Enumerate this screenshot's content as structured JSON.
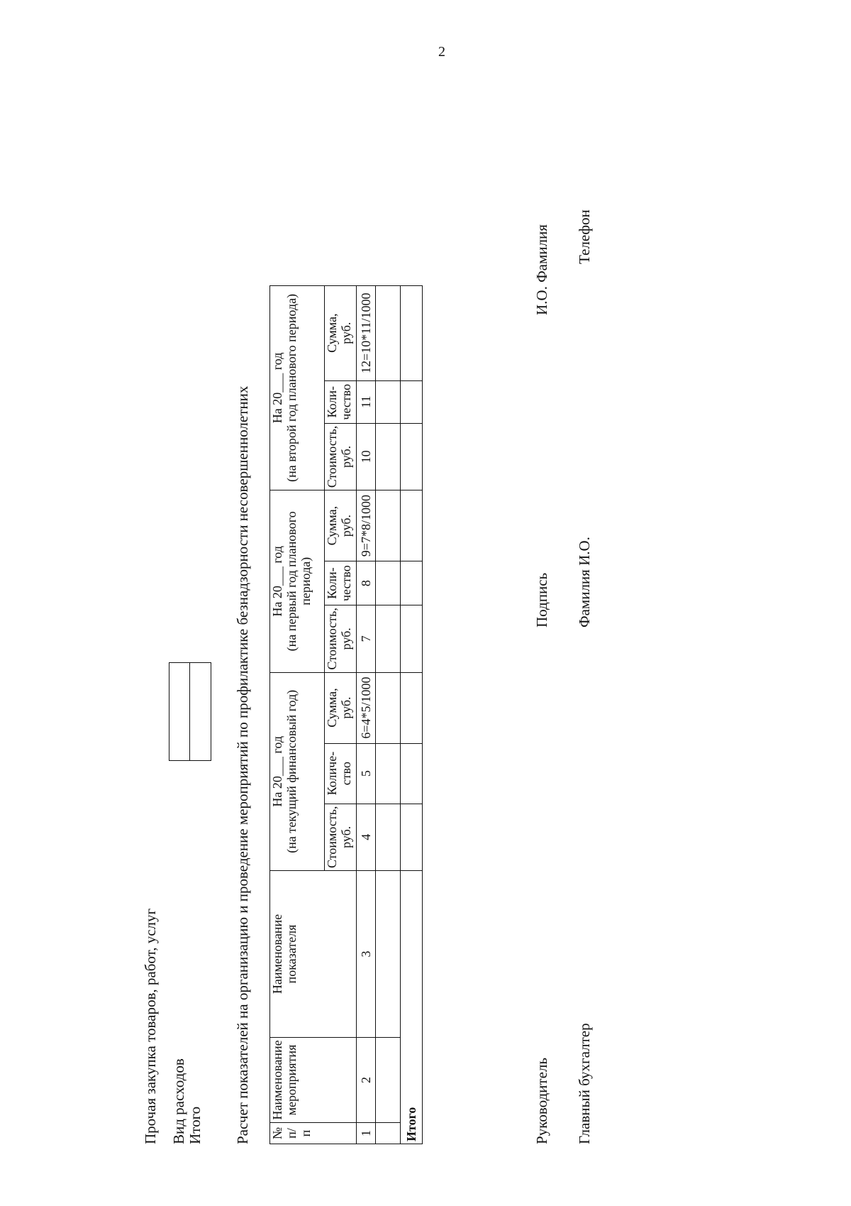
{
  "page_number": "2",
  "header": {
    "title": "Прочая закупка товаров, работ, услуг",
    "expense_type_label": "Вид расходов",
    "total_label": "Итого"
  },
  "table_title": "Расчет показателей на организацию и проведение мероприятий по профилактике безнадзорности несовершеннолетних",
  "table": {
    "col_number": {
      "line1": "№",
      "line2": "п/п"
    },
    "col_event_name": {
      "line1": "Наименование",
      "line2": "мероприятия"
    },
    "col_indicator": {
      "line1": "Наименование",
      "line2": "показателя"
    },
    "year_current": {
      "line1": "На 20___ год",
      "line2": "(на текущий финансовый год)"
    },
    "year_first": {
      "line1": "На 20___ год",
      "line2": "(на первый год планового",
      "line3": "периода)"
    },
    "year_second": {
      "line1": "На 20___ год",
      "line2": "(на второй год планового периода)"
    },
    "sub_current": [
      {
        "line1": "Стоимость,",
        "line2": "руб."
      },
      {
        "line1": "Количе-",
        "line2": "ство"
      },
      {
        "line1": "Сумма,",
        "line2": "руб."
      }
    ],
    "sub_first": [
      {
        "line1": "Стоимость,",
        "line2": "руб."
      },
      {
        "line1": "Коли-",
        "line2": "чество"
      },
      {
        "line1": "Сумма,",
        "line2": "руб."
      }
    ],
    "sub_second": [
      {
        "line1": "Стоимость,",
        "line2": "руб."
      },
      {
        "line1": "Коли-",
        "line2": "чество"
      },
      {
        "line1": "Сумма,",
        "line2": "руб."
      }
    ],
    "column_numbers": [
      "1",
      "2",
      "3",
      "4",
      "5",
      "6=4*5/1000",
      "7",
      "8",
      "9=7*8/1000",
      "10",
      "11",
      "12=10*11/1000"
    ],
    "total_row_label": "Итого"
  },
  "signatures": {
    "head_label": "Руководитель",
    "signature_label": "Подпись",
    "head_name": "И.О. Фамилия",
    "accountant_label": "Главный бухгалтер",
    "accountant_name": "Фамилия И.О.",
    "phone_label": "Телефон"
  }
}
